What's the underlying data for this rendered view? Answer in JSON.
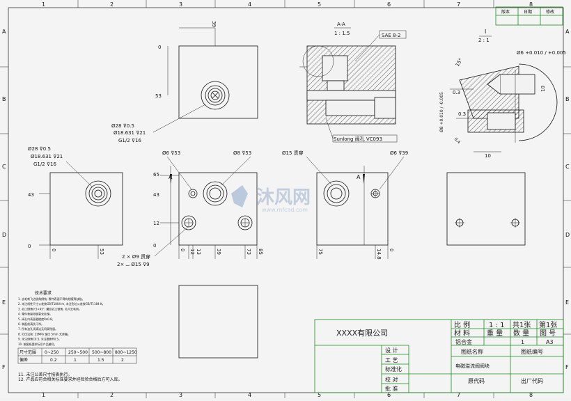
{
  "zone_columns": [
    "1",
    "2",
    "3",
    "4",
    "5",
    "6",
    "7",
    "8"
  ],
  "zone_rows": [
    "A",
    "B",
    "C",
    "D",
    "E",
    "F"
  ],
  "revision_block": {
    "headers": [
      "版本",
      "日期",
      "修改"
    ]
  },
  "section_aa": {
    "title": "A-A",
    "scale": "1 : 1.5",
    "tag": "SAE 8-2",
    "note": "Sunlong 阀孔 VC093"
  },
  "detail_i": {
    "title": "I",
    "scale": "2 : 1",
    "angle": "15°",
    "dim_top": "Ø6 +0.010 / +0.005",
    "dim_right": "10",
    "dim_left_h": "0.3",
    "dim_b": "0.3",
    "dim_dia": "Ø8 +0.010 / -0.005",
    "dim_bottom": "10",
    "dim_r": "0.4"
  },
  "top_view": {
    "dims": [
      "0",
      "39",
      "53"
    ],
    "callout": [
      "Ø28 ⊽0.5",
      "Ø18.631 ⊽21",
      "G1/2 ⊽16"
    ]
  },
  "left_view": {
    "callout": [
      "Ø28 ⊽0.5",
      "Ø18.631 ⊽21",
      "G1/2 ⊽16"
    ],
    "dims": [
      "43",
      "0",
      "0",
      "53"
    ]
  },
  "front_view": {
    "callouts": [
      "Ø6 ⊽53",
      "Ø8 ⊽53"
    ],
    "left_dims": [
      "65",
      "43",
      "12",
      "0"
    ],
    "bottom_dims": [
      "0",
      "12",
      "13",
      "39",
      "73",
      "85"
    ],
    "holes_note": [
      "2 × Ø9 贯穿",
      "2× ⌴ Ø15 ⊽9"
    ],
    "section_mark": "A"
  },
  "right_view": {
    "callouts": [
      "Ø15 贯穿",
      "Ø6 ⊽39"
    ],
    "bottom_dims": [
      "75",
      "14.8",
      "0"
    ],
    "section_mark": "A"
  },
  "watermark": {
    "brand": "沐风网",
    "url": "www.mfcad.com"
  },
  "notes": {
    "title": "技术要求",
    "lines": [
      "1. 去毛刺飞边锐角倒钝, 零件表面不得有划痕等缺陷。",
      "2. 未注线性尺寸公差按GB/T1804-m, 未注形位公差按GB/T1184-K。",
      "3. 孔口倒角0.5×45°, 螺纹孔口倒角, 孔内去毛刺。",
      "4. 零件表面阳极氧化处理。",
      "5. 阀孔内表面粗糙度Ra0.8。",
      "6. 装配前清洗干净。",
      "7. 所有油孔须清洁无切屑残留。",
      "8. 打压试验: 21MPa 保压 5min 无渗漏。",
      "9. 未注倒角C0.5, 未注圆角R0.5。",
      "10. 按图纸要求标识产品编号。"
    ],
    "table_headers": [
      "尺寸范围",
      "0~250",
      "250~500",
      "500~800",
      "800~1250"
    ],
    "table_rows": [
      [
        "偏差",
        "0.2",
        "1",
        "1.5",
        "2"
      ]
    ],
    "last_lines": [
      "11. 未注公差尺寸按表执行。",
      "12. 产品应符合相关标准要求并经检验合格后方可入库。"
    ]
  },
  "title_block": {
    "company": "XXXX有限公司",
    "ratio_label": "比 例",
    "ratio_value": "1 : 1",
    "total_sheets": "共1张",
    "sheet_no": "第1张",
    "material_label": "材 料",
    "weight_label": "重 量",
    "qty_label": "数 量",
    "drawing_no_label": "图 号",
    "material_value": "铝合金",
    "qty_value": "1",
    "size_value": "A3",
    "drawing_name_label": "图纸名称",
    "drawing_code_label": "图纸编号",
    "drawing_name": "电磁溢流阀阀块",
    "role_labels": [
      "设 计",
      "工 艺",
      "标准化",
      "校 对",
      "批 准"
    ],
    "original_code_label": "原代码",
    "factory_code_label": "出厂代码"
  }
}
